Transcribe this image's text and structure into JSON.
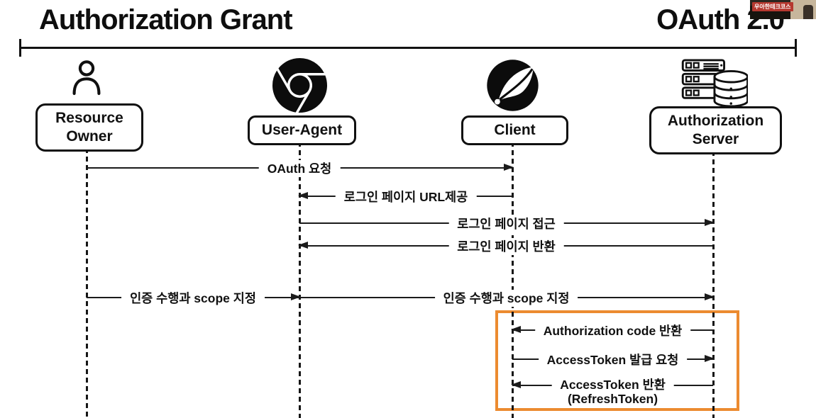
{
  "header": {
    "title_left": "Authorization Grant",
    "title_right": "OAuth 2.0"
  },
  "webcam": {
    "badge": "우아한테크코스"
  },
  "actors": [
    {
      "id": "resource-owner",
      "icon": "person-icon",
      "line1": "Resource",
      "line2": "Owner"
    },
    {
      "id": "user-agent",
      "icon": "chrome-icon",
      "line1": "User-Agent"
    },
    {
      "id": "client",
      "icon": "spring-icon",
      "line1": "Client"
    },
    {
      "id": "authorization-server",
      "icon": "server-database-icon",
      "line1": "Authorization",
      "line2": "Server"
    }
  ],
  "messages": [
    {
      "from": "resource-owner",
      "to": "client",
      "direction": "right",
      "label": "OAuth 요청"
    },
    {
      "from": "client",
      "to": "user-agent",
      "direction": "left",
      "label": "로그인 페이지 URL제공"
    },
    {
      "from": "user-agent",
      "to": "authorization-server",
      "direction": "right",
      "label": "로그인 페이지 접근"
    },
    {
      "from": "authorization-server",
      "to": "user-agent",
      "direction": "left",
      "label": "로그인 페이지 반환"
    },
    {
      "from": "resource-owner",
      "to": "user-agent",
      "direction": "right",
      "label": "인증 수행과 scope 지정"
    },
    {
      "from": "user-agent",
      "to": "authorization-server",
      "direction": "right",
      "label": "인증 수행과 scope 지정"
    },
    {
      "from": "authorization-server",
      "to": "client",
      "direction": "left",
      "label": "Authorization code 반환",
      "highlighted": true
    },
    {
      "from": "client",
      "to": "authorization-server",
      "direction": "right",
      "label": "AccessToken 발급 요청",
      "highlighted": true
    },
    {
      "from": "authorization-server",
      "to": "client",
      "direction": "left",
      "label": "AccessToken 반환",
      "sublabel": "(RefreshToken)",
      "highlighted": true
    }
  ],
  "highlight": {
    "color": "#EC8B30"
  }
}
